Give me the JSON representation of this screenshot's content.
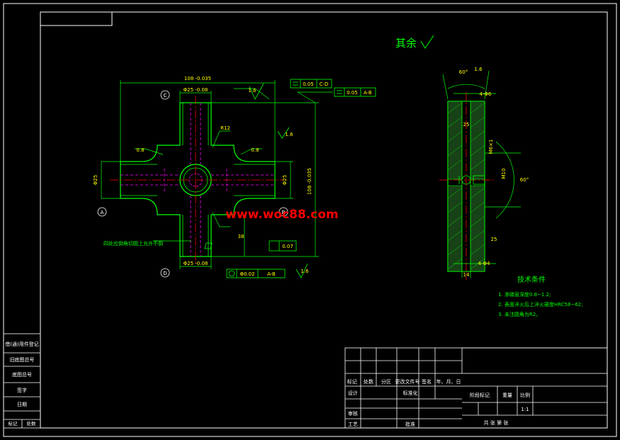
{
  "drawing": {
    "surface_note": "其余",
    "watermark": "www.woc88.com",
    "tech_title": "技术条件",
    "tech_items": [
      "1. 渗碳层深度0.8~1.2;",
      "2. 表面淬火后上淬火硬度HRC58~62;",
      "3. 未注圆角为R2。"
    ],
    "side_note": "四处应倒角切圆上允许不倒",
    "datum_labels": [
      "C",
      "D",
      "A",
      "B"
    ],
    "dimensions": {
      "overall_h": "108 -0.035",
      "overall_v": "108 -0.035",
      "dia_top": "Φ25 -0.08",
      "dia_bottom": "Φ25 -0.08",
      "dia_left": "Φ25",
      "dia_right": "Φ25",
      "tol_flat1": "0.05",
      "tol_ref1": "C-D",
      "tol_flat2": "0.05",
      "tol_ref2": "A-B",
      "tol_bottom": "Φ0.02",
      "tol_bottom_ref": "A-B",
      "tol_flat3": "0.07",
      "rough1": "1.6",
      "rough2": "1.6",
      "rough3": "1.6",
      "ra1": "0.8",
      "ra2": "0.8",
      "r_note": "R12",
      "len_38": "38",
      "side_angle": "60°",
      "side_r": "1.6",
      "side_hole_top": "4-Φ6",
      "side_hole_bottom": "4-Φ4",
      "side_dim_25a": "25",
      "side_dim_25b": "25",
      "side_dim_m": "M6×1",
      "side_dim_60": "60°",
      "side_dim_14": "14",
      "side_dim_rr": "M10"
    }
  },
  "title_block": {
    "left_column": [
      "借(通)用件登记",
      "旧底图总号",
      "底图总号",
      "签字",
      "日期"
    ],
    "left_bottom": [
      "标记",
      "处数"
    ],
    "row_headers": [
      "标记",
      "处数",
      "分区",
      "更改文件号",
      "签名",
      "年、月、日"
    ],
    "design": "设计",
    "standard": "标准化",
    "stage_mark": "阶段标记",
    "weight": "重量",
    "scale": "比例",
    "scale_value": "1:1",
    "review": "审核",
    "process": "工艺",
    "approve": "批准",
    "sheets": "共 张 第 张"
  },
  "colors": {
    "background": "#000000",
    "lines": "#ffffff",
    "outline": "#00ff00",
    "dims": "#00ff00",
    "centerline": "#ff0000",
    "hidden": "#ff00ff",
    "text_green": "#00ff00",
    "text_yellow": "#ffff00",
    "watermark": "#ff0000"
  }
}
